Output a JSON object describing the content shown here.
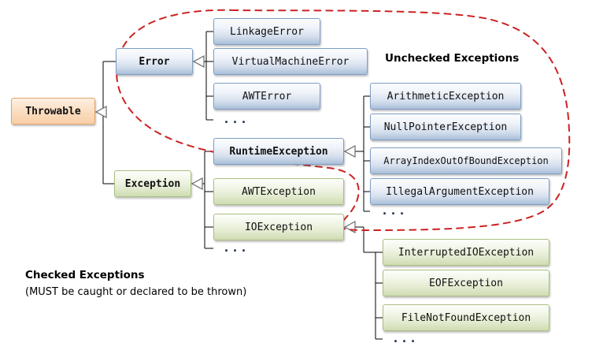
{
  "diagram": {
    "title_unchecked": "Unchecked Exceptions",
    "checked_heading": "Checked Exceptions",
    "checked_note": "(MUST be caught or declared to be thrown)",
    "ellipsis": "...",
    "colors": {
      "root_node": "#f8cfa6",
      "unchecked_node": "#aabfd9",
      "checked_node": "#cfdcb2",
      "grouping_outline": "#cc2222",
      "connector": "#000000"
    }
  },
  "nodes": {
    "root": {
      "label": "Throwable",
      "kind": "orange"
    },
    "error": {
      "label": "Error",
      "kind": "blue"
    },
    "exception": {
      "label": "Exception",
      "kind": "green"
    },
    "runtime_exception": {
      "label": "RuntimeException",
      "kind": "blue"
    },
    "error_children": [
      {
        "label": "LinkageError",
        "kind": "blue"
      },
      {
        "label": "VirtualMachineError",
        "kind": "blue"
      },
      {
        "label": "AWTError",
        "kind": "blue"
      }
    ],
    "exception_children": [
      {
        "label": "AWTException",
        "kind": "green"
      },
      {
        "label": "IOException",
        "kind": "green"
      }
    ],
    "runtime_children": [
      {
        "label": "ArithmeticException",
        "kind": "blue"
      },
      {
        "label": "NullPointerException",
        "kind": "blue"
      },
      {
        "label": "ArrayIndexOutOfBoundException",
        "kind": "blue"
      },
      {
        "label": "IllegalArgumentException",
        "kind": "blue"
      }
    ],
    "io_children": [
      {
        "label": "InterruptedIOException",
        "kind": "green"
      },
      {
        "label": "EOFException",
        "kind": "green"
      },
      {
        "label": "FileNotFoundException",
        "kind": "green"
      }
    ]
  }
}
